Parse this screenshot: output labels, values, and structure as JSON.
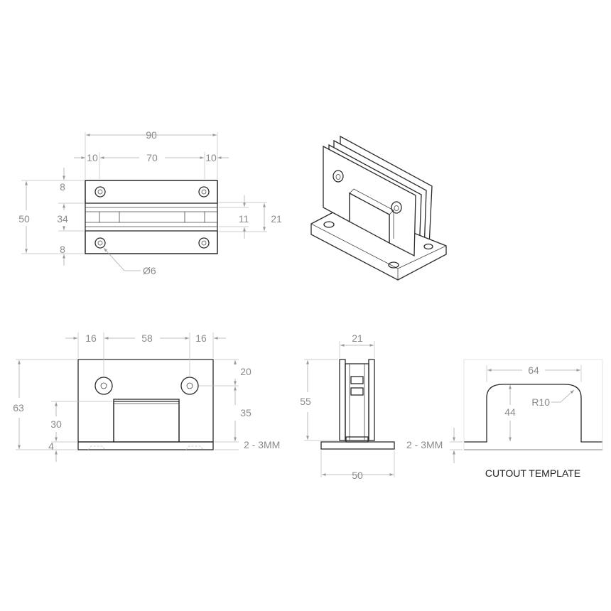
{
  "colors": {
    "line": "#2a2a2a",
    "dimension": "#aaaaaa",
    "dimension_text": "#8a8a8a",
    "label": "#222222"
  },
  "top_view": {
    "dim_total_width": "90",
    "dim_left_margin": "10",
    "dim_center": "70",
    "dim_right_margin": "10",
    "dim_total_height": "50",
    "dim_top_band": "8",
    "dim_middle": "34",
    "dim_bottom_band": "8",
    "dim_gap_inner": "11",
    "dim_gap_outer": "21",
    "hole_diameter": "Ø6"
  },
  "front_view": {
    "dim_left": "16",
    "dim_center": "58",
    "dim_right": "16",
    "dim_total_height": "63",
    "dim_cutout_height": "30",
    "dim_base": "4",
    "dim_hole_offset": "20",
    "dim_body": "35",
    "dim_gap": "2 - 3MM"
  },
  "side_view": {
    "dim_width": "21",
    "dim_height": "55",
    "dim_base_width": "50"
  },
  "cutout": {
    "dim_width": "64",
    "dim_height": "44",
    "dim_radius": "R10",
    "dim_gap": "2 - 3MM",
    "title": "CUTOUT TEMPLATE"
  }
}
